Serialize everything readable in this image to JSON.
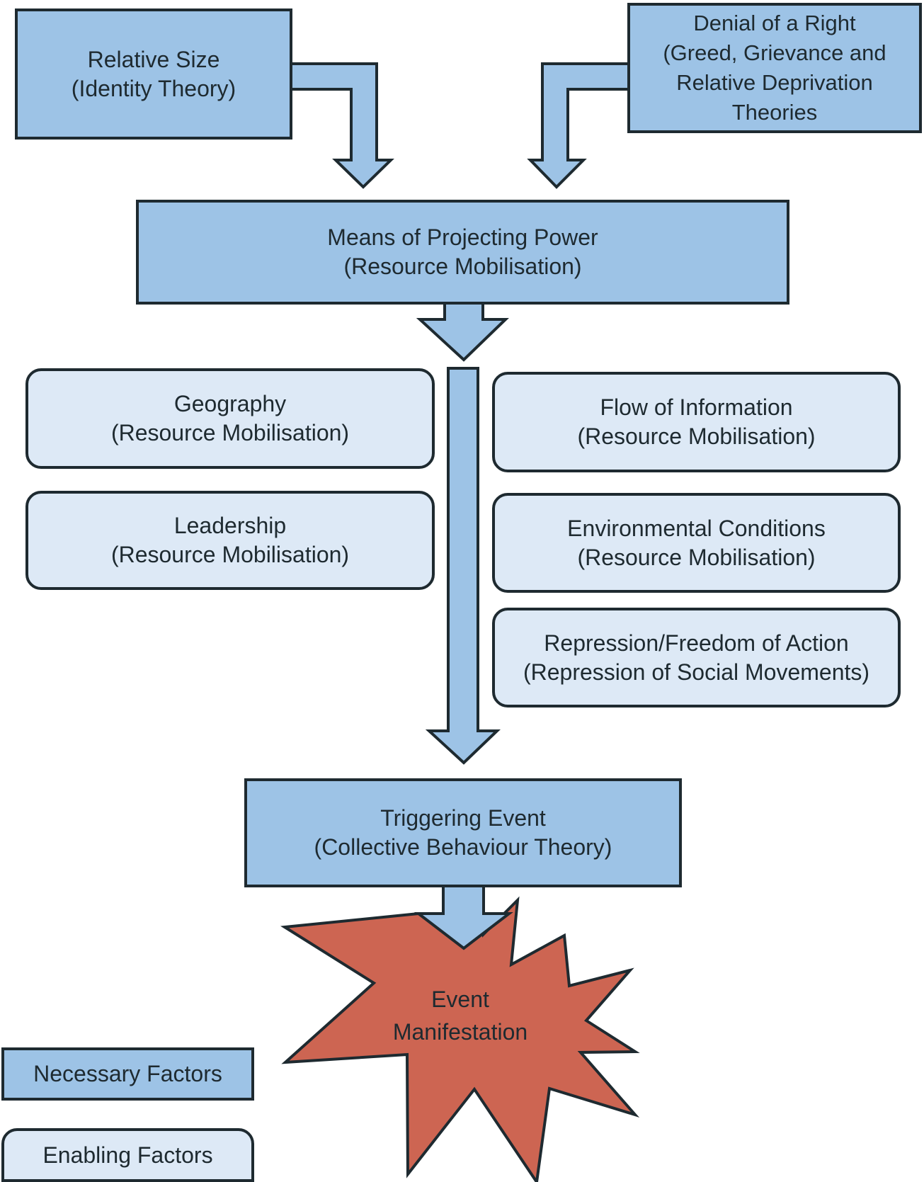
{
  "boxes": {
    "relative_size": {
      "line1": "Relative Size",
      "line2": "(Identity Theory)"
    },
    "denial": {
      "line1": "Denial of a Right",
      "line2": "(Greed, Grievance and",
      "line3": "Relative Deprivation",
      "line4": "Theories"
    },
    "means": {
      "line1": "Means of Projecting Power",
      "line2": "(Resource Mobilisation)"
    },
    "geography": {
      "line1": "Geography",
      "line2": "(Resource Mobilisation)"
    },
    "leadership": {
      "line1": "Leadership",
      "line2": "(Resource Mobilisation)"
    },
    "flow": {
      "line1": "Flow of Information",
      "line2": "(Resource Mobilisation)"
    },
    "environmental": {
      "line1": "Environmental Conditions",
      "line2": "(Resource Mobilisation)"
    },
    "repression": {
      "line1": "Repression/Freedom of Action",
      "line2": "(Repression of Social Movements)"
    },
    "triggering": {
      "line1": "Triggering Event",
      "line2": "(Collective Behaviour Theory)"
    },
    "event": {
      "line1": "Event",
      "line2": "Manifestation"
    }
  },
  "legend": {
    "necessary": "Necessary Factors",
    "enabling": "Enabling Factors"
  },
  "colors": {
    "necessary_fill": "#9dc3e6",
    "enabling_fill": "#dde9f6",
    "outline": "#1e2a30",
    "event_fill": "#cd6552"
  }
}
